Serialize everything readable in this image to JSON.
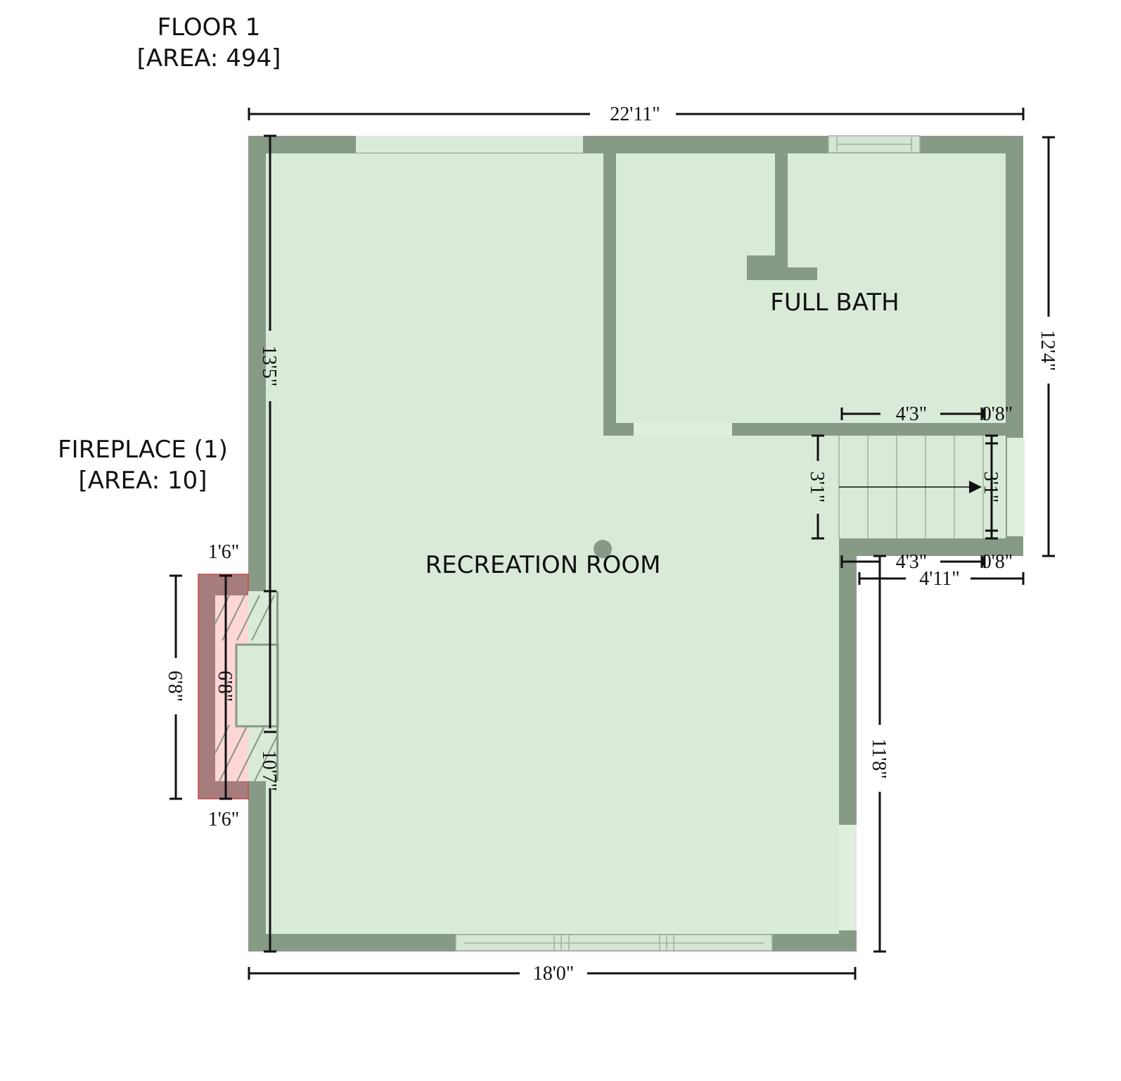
{
  "floor": {
    "title": "FLOOR 1",
    "area_label": "[AREA: 494]"
  },
  "fireplace": {
    "title": "FIREPLACE (1)",
    "area_label": "[AREA: 10]",
    "colors": {
      "fill": "#ffd6d6",
      "outline": "#c74a4a",
      "overlay": "#a67c7c"
    }
  },
  "rooms": {
    "recreation": "RECREATION ROOM",
    "bath": "FULL BATH"
  },
  "dimensions": {
    "top_width": "22'11\"",
    "bottom_width": "18'0\"",
    "left_upper": "13'5\"",
    "left_lower": "10'7\"",
    "right_upper": "12'4\"",
    "right_lower": "11'8\"",
    "stair_top_a": "4'3\"",
    "stair_top_b": "0'8\"",
    "stair_bottom_a": "4'3\"",
    "stair_bottom_b": "0'8\"",
    "stair_left": "3'1\"",
    "stair_right": "3'1\"",
    "notch_width": "4'11\"",
    "fp_top": "1'6\"",
    "fp_bottom": "1'6\"",
    "fp_outer": "6'8\"",
    "fp_inner": "6'8\""
  },
  "colors": {
    "floor": "#d9ebd8",
    "wall": "#879a85",
    "dimension_line": "#111111"
  }
}
